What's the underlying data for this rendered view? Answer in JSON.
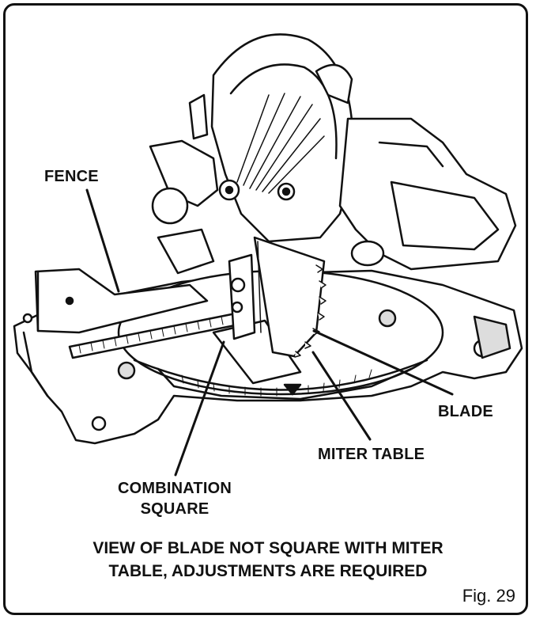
{
  "labels": {
    "fence": "FENCE",
    "blade": "BLADE",
    "miter_table": "MITER TABLE",
    "combination_square_line1": "COMBINATION",
    "combination_square_line2": "SQUARE"
  },
  "caption": {
    "line1": "VIEW OF BLADE NOT SQUARE WITH MITER",
    "line2": "TABLE, ADJUSTMENTS ARE REQUIRED"
  },
  "figure_number": "Fig. 29",
  "colors": {
    "ink": "#111111",
    "paper": "#ffffff",
    "shade": "#6b6b6b"
  }
}
